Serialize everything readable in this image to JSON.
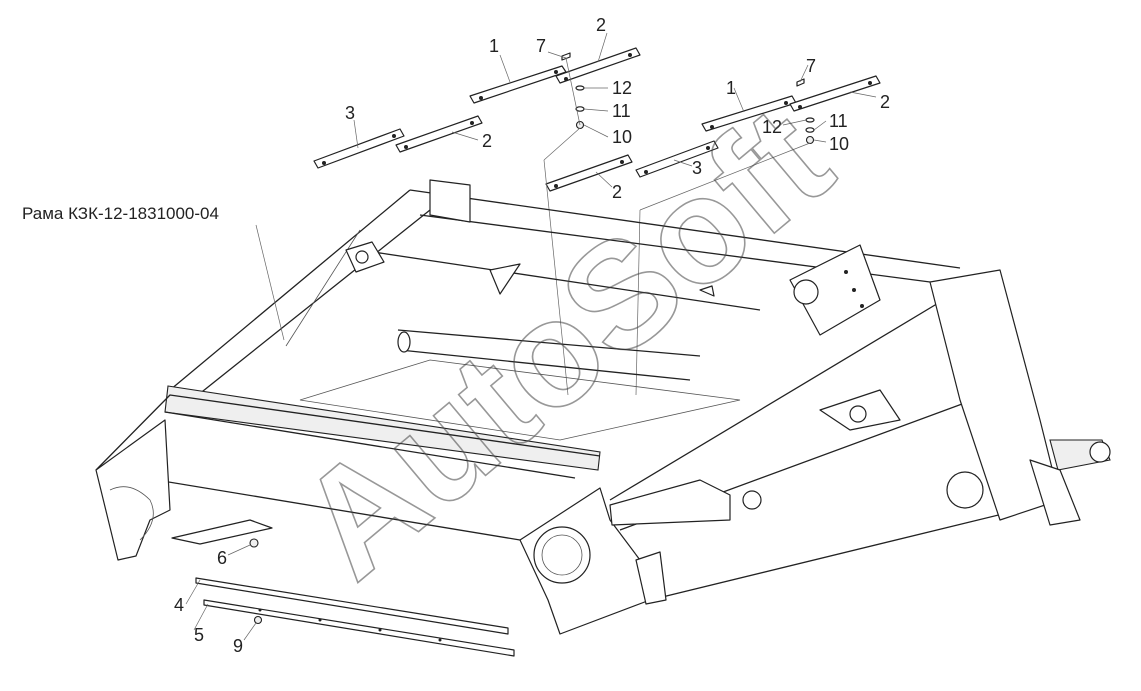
{
  "frame_title": "Рама КЗК-12-1831000-04",
  "watermark": "AutoSoft",
  "callouts": [
    {
      "id": "c1a",
      "text": "1"
    },
    {
      "id": "c7a",
      "text": "7"
    },
    {
      "id": "c2a",
      "text": "2"
    },
    {
      "id": "c12a",
      "text": "12"
    },
    {
      "id": "c11a",
      "text": "11"
    },
    {
      "id": "c10a",
      "text": "10"
    },
    {
      "id": "c3a",
      "text": "3"
    },
    {
      "id": "c2b",
      "text": "2"
    },
    {
      "id": "c1b",
      "text": "1"
    },
    {
      "id": "c7b",
      "text": "7"
    },
    {
      "id": "c2c",
      "text": "2"
    },
    {
      "id": "c12b",
      "text": "12"
    },
    {
      "id": "c11b",
      "text": "11"
    },
    {
      "id": "c10b",
      "text": "10"
    },
    {
      "id": "c3b",
      "text": "3"
    },
    {
      "id": "c2d",
      "text": "2"
    },
    {
      "id": "c6",
      "text": "6"
    },
    {
      "id": "c4",
      "text": "4"
    },
    {
      "id": "c5",
      "text": "5"
    },
    {
      "id": "c9",
      "text": "9"
    }
  ]
}
